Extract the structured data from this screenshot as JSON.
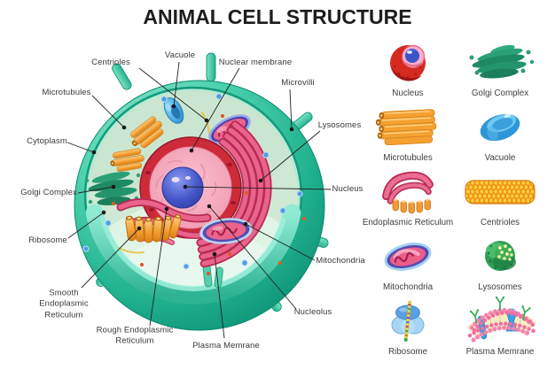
{
  "title": "ANIMAL CELL STRUCTURE",
  "diagram": {
    "labels": [
      {
        "text": "Centrioles"
      },
      {
        "text": "Vacuole"
      },
      {
        "text": "Nuclear membrane"
      },
      {
        "text": "Microvilli"
      },
      {
        "text": "Microtubules"
      },
      {
        "text": "Lysosomes"
      },
      {
        "text": "Cytoplasm"
      },
      {
        "text": "Nucleus"
      },
      {
        "text": "Golgi Complex"
      },
      {
        "text": "Ribosome"
      },
      {
        "text": "Smooth\nEndoplasmic\nReticulum"
      },
      {
        "text": "Rough Endoplasmic\nReticulum"
      },
      {
        "text": "Mitochondria"
      },
      {
        "text": "Nucleolus"
      },
      {
        "text": "Plasma Memrane"
      }
    ]
  },
  "legend": {
    "items": [
      {
        "label": "Nucleus",
        "icon": "nucleus-icon"
      },
      {
        "label": "Golgi Complex",
        "icon": "golgi-complex-icon"
      },
      {
        "label": "Microtubules",
        "icon": "microtubules-icon"
      },
      {
        "label": "Vacuole",
        "icon": "vacuole-icon"
      },
      {
        "label": "Endoplasmic Reticulum",
        "icon": "endoplasmic-reticulum-icon"
      },
      {
        "label": "Centrioles",
        "icon": "centrioles-icon"
      },
      {
        "label": "Mitochondria",
        "icon": "mitochondria-icon"
      },
      {
        "label": "Lysosomes",
        "icon": "lysosomes-icon"
      },
      {
        "label": "Ribosome",
        "icon": "ribosome-icon"
      },
      {
        "label": "Plasma Memrane",
        "icon": "plasma-membrane-icon"
      }
    ]
  },
  "colors": {
    "membrane_teal": "#2dbb96",
    "cytoplasm_green": "#cfe9d4",
    "nucleus_pink": "#f3a2b8",
    "nuclear_ring_red": "#cd2b3a",
    "nucleolus_blue": "#3c50c0",
    "er_pink": "#e8648c",
    "organelle_orange": "#f5a132",
    "golgi_green": "#1d8a64",
    "vacuole_blue": "#47a6e0",
    "lysosome_green": "#2f9e55",
    "label_text": "#3a3a3a"
  }
}
